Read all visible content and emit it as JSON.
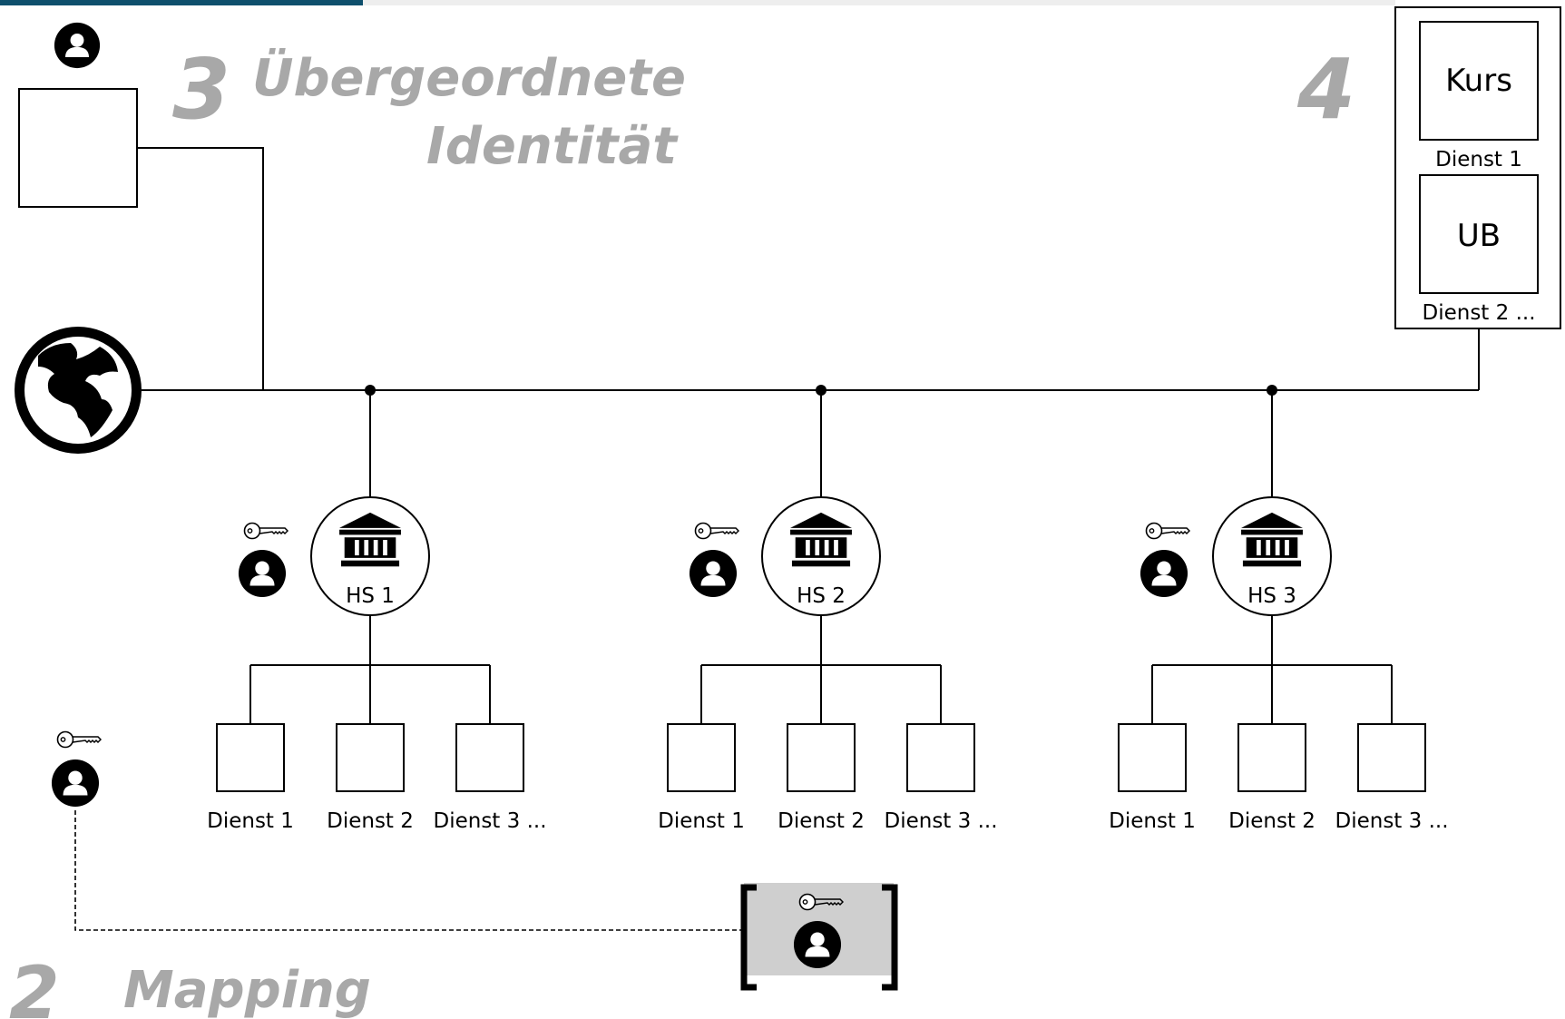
{
  "sections": {
    "num_3": "3",
    "heading_3_line1": "Übergeordnete",
    "heading_3_line2": "Identität",
    "num_4": "4",
    "num_2": "2",
    "heading_2": "Mapping"
  },
  "portal": {
    "items": [
      {
        "box_label": "Kurs",
        "caption": "Dienst 1"
      },
      {
        "box_label": "UB",
        "caption": "Dienst 2 ..."
      }
    ]
  },
  "institutions": [
    {
      "label": "HS 1",
      "services": [
        "Dienst 1",
        "Dienst 2",
        "Dienst 3 ..."
      ]
    },
    {
      "label": "HS 2",
      "services": [
        "Dienst 1",
        "Dienst 2",
        "Dienst 3 ..."
      ]
    },
    {
      "label": "HS 3",
      "services": [
        "Dienst 1",
        "Dienst 2",
        "Dienst 3 ..."
      ]
    }
  ],
  "colors": {
    "accent_bar": "#0e4f6c",
    "heading_gray": "#a8a8a8",
    "mapping_box": "#cfcfcf"
  },
  "icons": {
    "user": "user-icon",
    "key": "key-icon",
    "globe": "globe-icon",
    "institution": "bank-building-icon"
  }
}
